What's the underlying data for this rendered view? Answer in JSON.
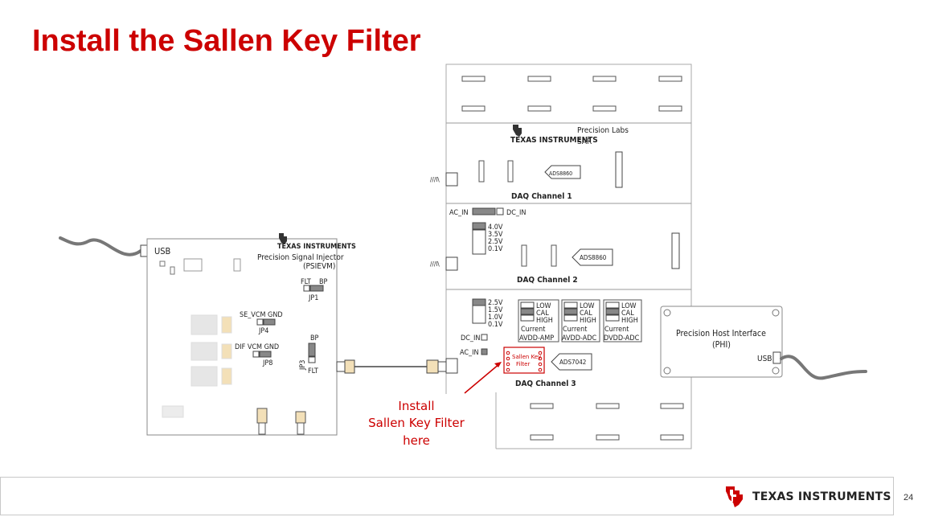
{
  "title": "Install the Sallen Key Filter",
  "page_number": "24",
  "footer": {
    "logo_text": "TEXAS INSTRUMENTS"
  },
  "colors": {
    "title": "#cc0000",
    "callout": "#cc0000",
    "board_outline": "#888888"
  },
  "psi_board": {
    "usb_label": "USB",
    "logo": "TEXAS INSTRUMENTS",
    "name_line1": "Precision Signal Injector",
    "name_line2": "(PSIEVM)",
    "jp1_labels": [
      "FLT",
      "BP"
    ],
    "jp1_name": "JP1",
    "jp4_labels": "SE_VCM GND",
    "jp4_name": "JP4",
    "jp8_labels": "DIF VCM GND",
    "jp8_name": "JP8",
    "jp3_name": "JP3",
    "jp3_top": "BP",
    "jp3_bottom": "FLT"
  },
  "sar_board": {
    "logo": "TEXAS INSTRUMENTS",
    "name_line1": "Precision Labs",
    "name_line2": "SAR",
    "ch1": {
      "label": "DAQ Channel 1",
      "adc": "ADS8860"
    },
    "ch2": {
      "label": "DAQ Channel 2",
      "adc": "ADS8860",
      "ac_in": "AC_IN",
      "dc_in": "DC_IN",
      "voltages": [
        "4.0V",
        "3.5V",
        "2.5V",
        "0.1V"
      ]
    },
    "ch3": {
      "label": "DAQ Channel 3",
      "adc": "ADS7042",
      "dc_in": "DC_IN",
      "ac_in": "AC_IN",
      "voltages": [
        "2.5V",
        "1.5V",
        "1.0V",
        "0.1V"
      ],
      "jumper_cols": [
        {
          "rows": [
            "LOW",
            "CAL",
            "HIGH"
          ],
          "current": "Current",
          "rail": "AVDD-AMP"
        },
        {
          "rows": [
            "LOW",
            "CAL",
            "HIGH"
          ],
          "current": "Current",
          "rail": "AVDD-ADC"
        },
        {
          "rows": [
            "LOW",
            "CAL",
            "HIGH"
          ],
          "current": "Current",
          "rail": "DVDD-ADC"
        }
      ],
      "filter_label": [
        "Sallen Key",
        "Filter"
      ]
    }
  },
  "phi": {
    "line1": "Precision Host Interface",
    "line2": "(PHI)",
    "usb_label": "USB"
  },
  "callout": {
    "lines": [
      "Install",
      "Sallen Key Filter",
      "here"
    ]
  }
}
